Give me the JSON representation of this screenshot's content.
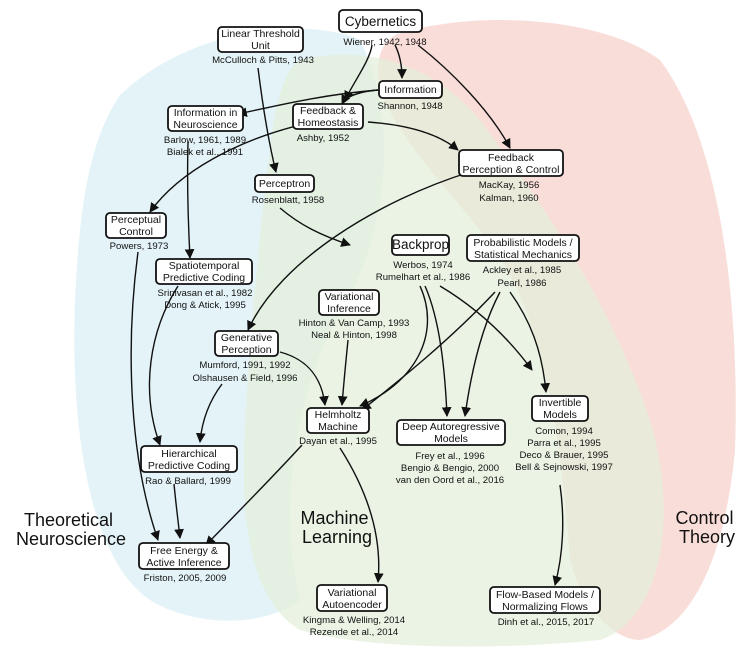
{
  "regions": [
    {
      "id": "neuro",
      "label_lines": [
        "Theoretical",
        "Neuroscience"
      ],
      "color": "#dff1f7"
    },
    {
      "id": "ml",
      "label_lines": [
        "Machine",
        "Learning"
      ],
      "color": "#e2eed9"
    },
    {
      "id": "control",
      "label_lines": [
        "Control",
        "Theory"
      ],
      "color": "#f8d7d2"
    }
  ],
  "nodes": [
    {
      "id": "cybernetics",
      "title": [
        "Cybernetics"
      ],
      "cite": [
        "Wiener, 1942, 1948"
      ]
    },
    {
      "id": "ltu",
      "title": [
        "Linear Threshold",
        "Unit"
      ],
      "cite": [
        "McCulloch & Pitts, 1943"
      ]
    },
    {
      "id": "information",
      "title": [
        "Information"
      ],
      "cite": [
        "Shannon, 1948"
      ]
    },
    {
      "id": "info_neuro",
      "title": [
        "Information in",
        "Neuroscience"
      ],
      "cite": [
        "Barlow, 1961, 1989",
        "Bialek et al., 1991"
      ]
    },
    {
      "id": "feedback_homeo",
      "title": [
        "Feedback &",
        "Homeostasis"
      ],
      "cite": [
        "Ashby, 1952"
      ]
    },
    {
      "id": "feedback_pc",
      "title": [
        "Feedback",
        "Perception & Control"
      ],
      "cite": [
        "MacKay, 1956",
        "Kalman, 1960"
      ]
    },
    {
      "id": "perceptron",
      "title": [
        "Perceptron"
      ],
      "cite": [
        "Rosenblatt, 1958"
      ]
    },
    {
      "id": "perceptual_control",
      "title": [
        "Perceptual",
        "Control"
      ],
      "cite": [
        "Powers, 1973"
      ]
    },
    {
      "id": "backprop",
      "title": [
        "Backprop"
      ],
      "cite": [
        "Werbos, 1974",
        "Rumelhart et al., 1986"
      ]
    },
    {
      "id": "prob_models",
      "title": [
        "Probabilistic Models /",
        "Statistical Mechanics"
      ],
      "cite": [
        "Ackley et al., 1985",
        "Pearl, 1986"
      ]
    },
    {
      "id": "spatio",
      "title": [
        "Spatiotemporal",
        "Predictive Coding"
      ],
      "cite": [
        "Srinivasan et al., 1982",
        "Dong & Atick, 1995"
      ]
    },
    {
      "id": "variational",
      "title": [
        "Variational",
        "Inference"
      ],
      "cite": [
        "Hinton & Van Camp, 1993",
        "Neal & Hinton, 1998"
      ]
    },
    {
      "id": "generative",
      "title": [
        "Generative",
        "Perception"
      ],
      "cite": [
        "Mumford, 1991, 1992",
        "Olshausen & Field, 1996"
      ]
    },
    {
      "id": "helmholtz",
      "title": [
        "Helmholtz",
        "Machine"
      ],
      "cite": [
        "Dayan et al., 1995"
      ]
    },
    {
      "id": "autoregressive",
      "title": [
        "Deep Autoregressive",
        "Models"
      ],
      "cite": [
        "Frey et al., 1996",
        "Bengio & Bengio, 2000",
        "van den Oord et al., 2016"
      ]
    },
    {
      "id": "invertible",
      "title": [
        "Invertible",
        "Models"
      ],
      "cite": [
        "Comon, 1994",
        "Parra et al., 1995",
        "Deco & Brauer, 1995",
        "Bell & Sejnowski, 1997"
      ]
    },
    {
      "id": "hierarchical",
      "title": [
        "Hierarchical",
        "Predictive Coding"
      ],
      "cite": [
        "Rao & Ballard, 1999"
      ]
    },
    {
      "id": "free_energy",
      "title": [
        "Free Energy &",
        "Active Inference"
      ],
      "cite": [
        "Friston, 2005, 2009"
      ]
    },
    {
      "id": "vae",
      "title": [
        "Variational",
        "Autoencoder"
      ],
      "cite": [
        "Kingma & Welling, 2014",
        "Rezende et al., 2014"
      ]
    },
    {
      "id": "flows",
      "title": [
        "Flow-Based Models /",
        "Normalizing Flows"
      ],
      "cite": [
        "Dinh et al., 2015, 2017"
      ]
    }
  ]
}
